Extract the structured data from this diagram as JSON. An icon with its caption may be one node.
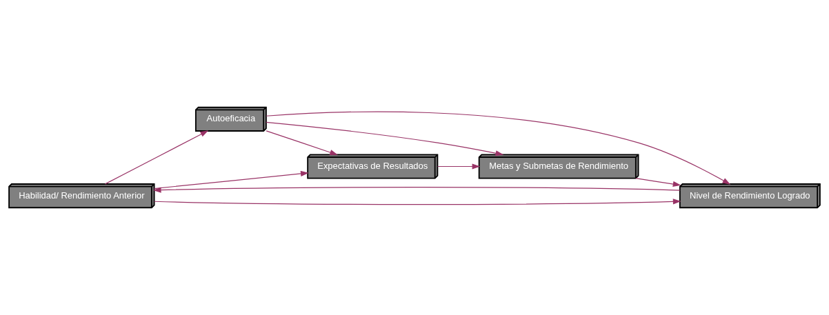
{
  "diagram": {
    "nodes": [
      {
        "text": [
          "Habilidad/ Rendimiento Anterior"
        ]
      },
      {
        "text": [
          "Autoeficacia"
        ]
      },
      {
        "text": [
          "Metas y Submetas de Rendimiento"
        ]
      },
      {
        "text": [
          "Expectativas de Resultados"
        ]
      },
      {
        "text": [
          "Nivel de Rendimiento Logrado"
        ]
      }
    ],
    "edges": [
      {
        "from": 0,
        "to": 1,
        "arrow": "to"
      },
      {
        "from": 0,
        "to": 3,
        "arrow": "to"
      },
      {
        "from": 1,
        "to": 3,
        "arrow": "to"
      },
      {
        "from": 1,
        "to": 2,
        "arrow": "to"
      },
      {
        "from": 1,
        "to": 4,
        "arrow": "to"
      },
      {
        "from": 3,
        "to": 2,
        "arrow": "to"
      },
      {
        "from": 2,
        "to": 4,
        "arrow": "to"
      },
      {
        "from": 0,
        "to": 4,
        "arrow": "to"
      },
      {
        "from": 4,
        "to": 0,
        "arrow": "to"
      }
    ]
  }
}
